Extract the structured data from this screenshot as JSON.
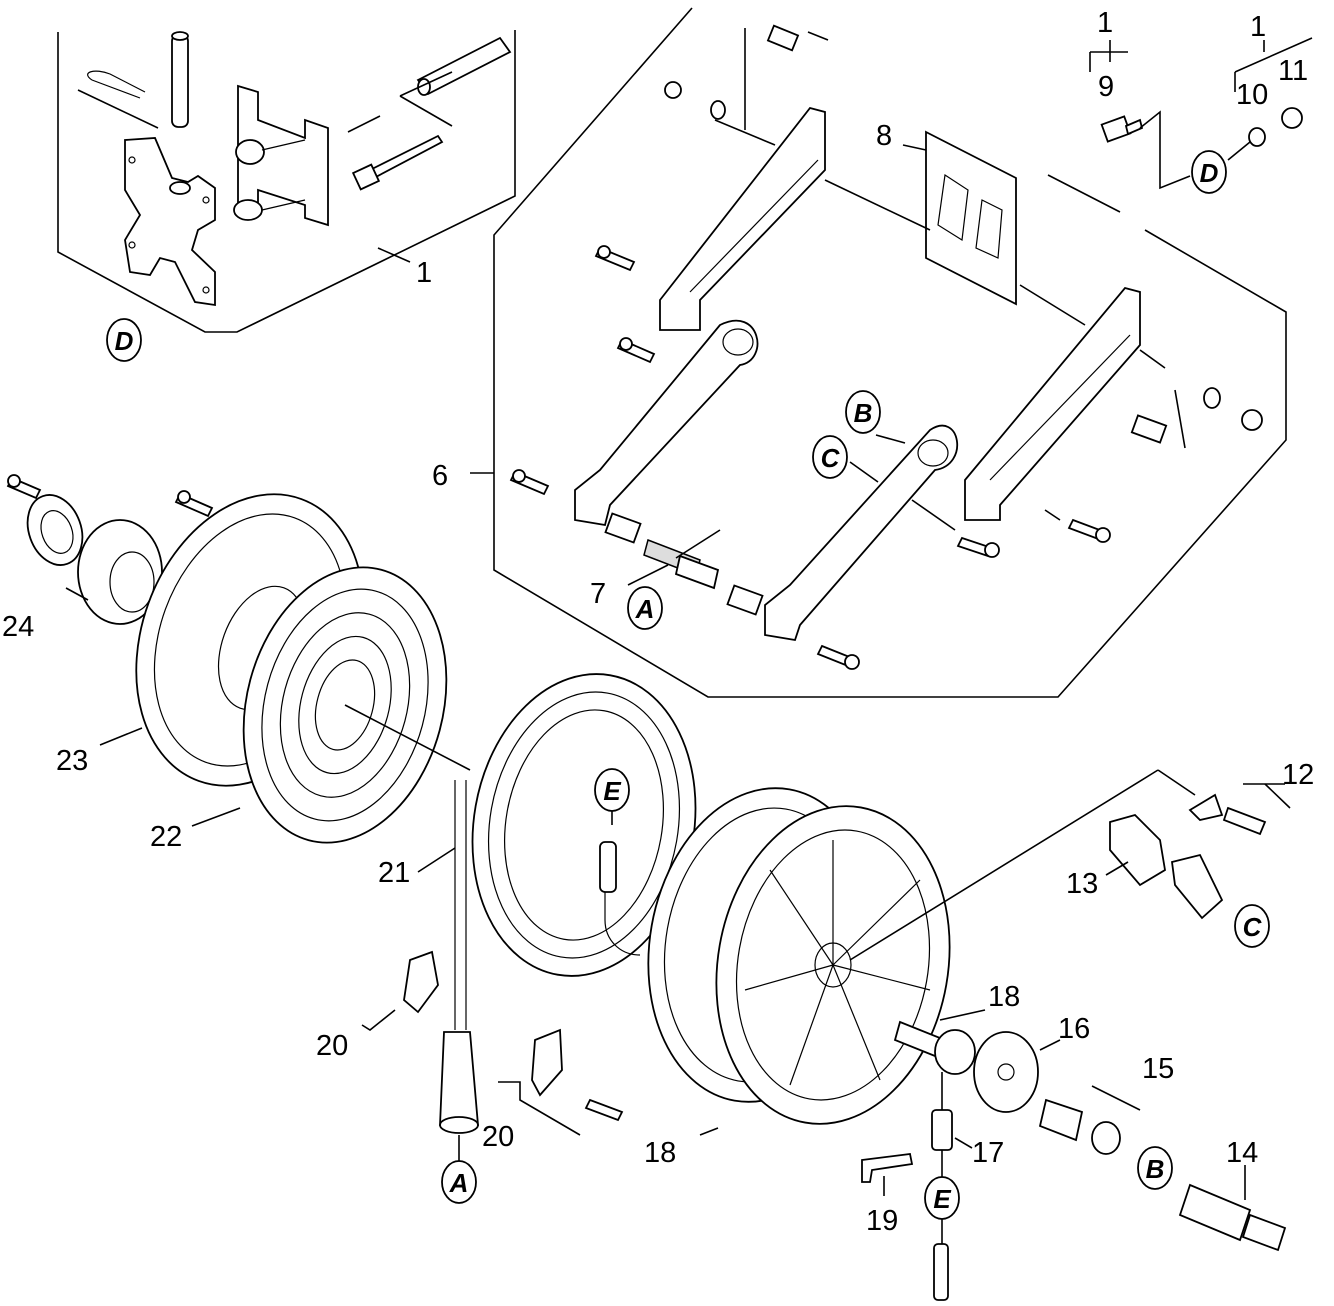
{
  "diagram": {
    "callouts": {
      "c1_top_a": "1",
      "c9": "9",
      "c1_top_b": "1",
      "c10": "10",
      "c11": "11",
      "c8": "8",
      "c1_bracket": "1",
      "c6": "6",
      "c7": "7",
      "c24": "24",
      "c23": "23",
      "c22": "22",
      "c21": "21",
      "c12": "12",
      "c13": "13",
      "c20_a": "20",
      "c20_b": "20",
      "c18_a": "18",
      "c18_b": "18",
      "c16": "16",
      "c15": "15",
      "c17": "17",
      "c14": "14",
      "c19": "19"
    },
    "refs": {
      "d_left": "D",
      "d_right": "D",
      "b_upper": "B",
      "c_upper": "C",
      "a_upper": "A",
      "e_upper": "E",
      "c_right": "C",
      "b_lower": "B",
      "e_lower": "E",
      "a_lower": "A"
    }
  }
}
